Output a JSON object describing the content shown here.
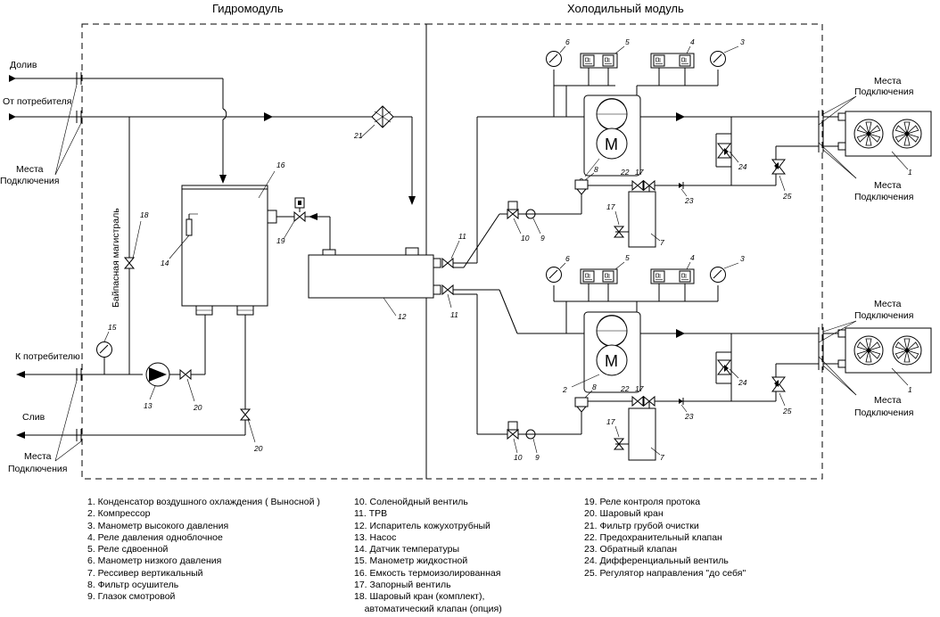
{
  "diagram": {
    "title_hydro": "Гидромодуль",
    "title_cold": "Холодильный модуль",
    "labels": {
      "dolyv": "Долив",
      "ot_potrebitelya": "От потребителя",
      "k_potrebitelyu": "К потребителю",
      "sliv": "Слив",
      "mesta": "Места",
      "podklyucheniya": "Подключения",
      "bypass": "Байпасная магистраль",
      "motor": "M"
    },
    "component_numbers": {
      "filter": "21",
      "tank": "16",
      "sensor": "14",
      "valve18": "18",
      "flow_relay": "19",
      "manometer15": "15",
      "pump": "13",
      "ball_valve_top": "20",
      "ball_valve_bottom": "20",
      "evaporator": "12",
      "trv_top": "11",
      "trv_bottom": "11",
      "m6": "6",
      "relay5": "5",
      "relay4": "4",
      "m3": "3",
      "compressor": "2",
      "filter_dryer": "8",
      "check_valve": "22",
      "safety_valve": "17",
      "receiver_valve": "17",
      "receiver": "7",
      "check_valve_23": "23",
      "diff_valve": "24",
      "regulator": "25",
      "condenser": "1",
      "solenoid": "10",
      "sight_glass": "9"
    }
  },
  "legend": {
    "col1": [
      "1. Конденсатор воздушного охлаждения ( Выносной )",
      "2. Компрессор",
      "3. Манометр высокого давления",
      "4. Реле давления одноблочное",
      "5. Реле сдвоенной",
      "6. Манометр низкого давления",
      "7. Рессивер вертикальный",
      "8. Фильтр осушитель",
      "9. Глазок смотровой"
    ],
    "col2": [
      "10. Соленойдный вентиль",
      "11. ТРВ",
      "12. Испаритель кожухотрубный",
      "13. Насос",
      "14. Датчик температуры",
      "15. Манометр жидкостной",
      "16. Емкость термоизолированная",
      "17. Запорный вентиль",
      "18. Шаровый кран (комплект),",
      "    автоматический клапан (опция)"
    ],
    "col3": [
      "19. Реле контроля протока",
      "20. Шаровый кран",
      "21. Фильтр грубой очистки",
      "22. Предохранительный клапан",
      "23. Обратный клапан",
      "24. Дифференциальный вентиль",
      "25. Регулятор направления \"до себя\""
    ]
  }
}
